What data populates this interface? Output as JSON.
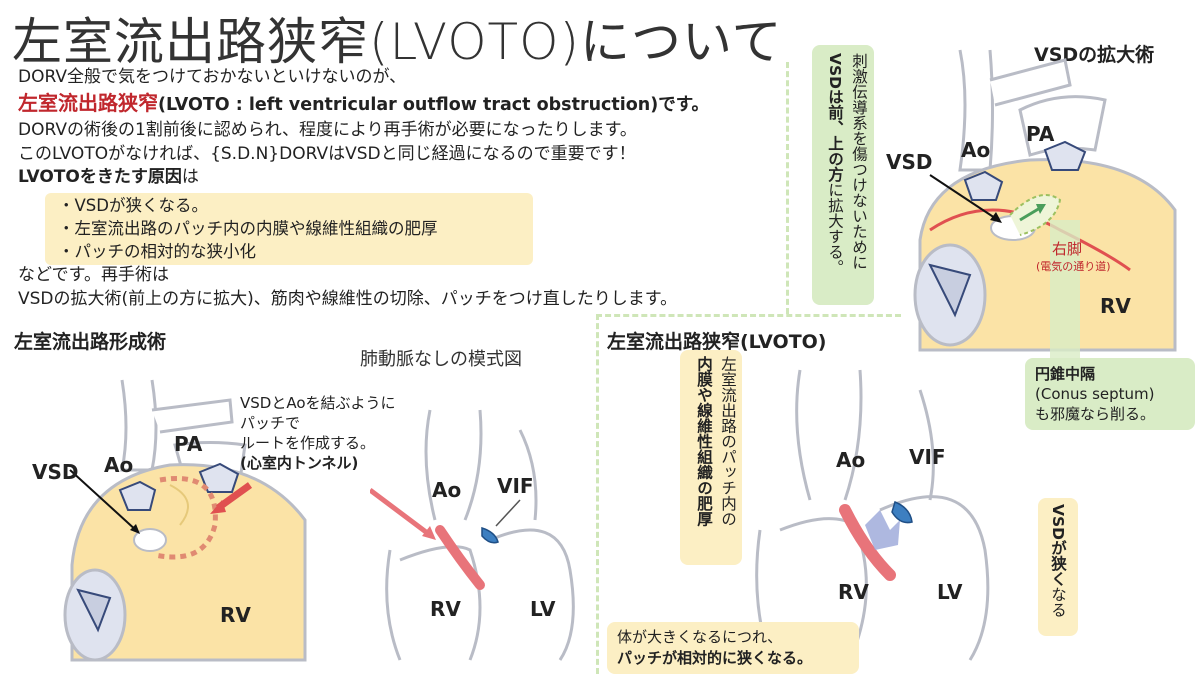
{
  "title": "左室流出路狭窄(LVOTO)について",
  "intro": {
    "line1": "DORV全般で気をつけておかないといけないのが、",
    "line2_red": "左室流出路狭窄",
    "line2_rest": "(LVOTO : left ventricular outflow tract obstruction)です。",
    "line3": "DORVの術後の1割前後に認められ、程度により再手術が必要になったりします。",
    "line4": "このLVOTOがなければ、{S.D.N}DORVはVSDと同じ経過になるので重要です！",
    "line5_bold": "LVOTOをきたす原因",
    "line5_rest": "は",
    "causes": [
      "・VSDが狭くなる。",
      "・左室流出路のパッチ内の内膜や線維性組織の肥厚",
      "・パッチの相対的な狭小化"
    ],
    "line6": "などです。再手術は",
    "line7": "VSDの拡大術(前上の方に拡大)、筋肉や線維性の切除、パッチをつけ直したりします。"
  },
  "left_panel": {
    "title": "左室流出路形成術",
    "labels": {
      "vsd": "VSD",
      "ao": "Ao",
      "pa": "PA",
      "rv": "RV"
    },
    "note_line1": "VSDとAoを結ぶように",
    "note_line2": "パッチで",
    "note_line3": "ルートを作成する。",
    "note_bold": "(心室内トンネル)"
  },
  "middle_panel": {
    "title": "肺動脈なしの模式図",
    "labels": {
      "ao": "Ao",
      "vif": "VIF",
      "rv": "RV",
      "lv": "LV"
    }
  },
  "right_top_panel": {
    "title": "VSDの拡大術",
    "labels": {
      "vsd": "VSD",
      "ao": "Ao",
      "pa": "PA",
      "rv": "RV",
      "right_bundle": "右脚",
      "right_bundle_note": "(電気の通り道)"
    },
    "vertical_note_a": "刺激伝導系を傷つけないために",
    "vertical_note_b_bold1": "VSDは前、上の方",
    "vertical_note_b_rest": "に拡大する。",
    "conus_bold": "円錐中隔",
    "conus_line2": "(Conus septum)",
    "conus_line3": "も邪魔なら削る。"
  },
  "right_bottom_panel": {
    "title": "左室流出路狭窄(LVOTO)",
    "labels": {
      "ao": "Ao",
      "vif": "VIF",
      "rv": "RV",
      "lv": "LV"
    },
    "vertical_note_plain": "左室流出路のパッチ内の",
    "vertical_note_bold": "内膜や線維性組織の肥厚",
    "vsd_narrow_bold": "VSDが狭く",
    "vsd_narrow_rest": "なる",
    "bottom_note_line1": "体が大きくなるにつれ、",
    "bottom_note_bold": "パッチが相対的に狭くなる。"
  },
  "colors": {
    "accent_red": "#c0272d",
    "heart_fill": "#fbe3a6",
    "note_green": "#d9ecc6",
    "note_yellow": "#fcefc4",
    "vif_blue": "#3d7fc1",
    "patch_red": "#e8747a"
  }
}
